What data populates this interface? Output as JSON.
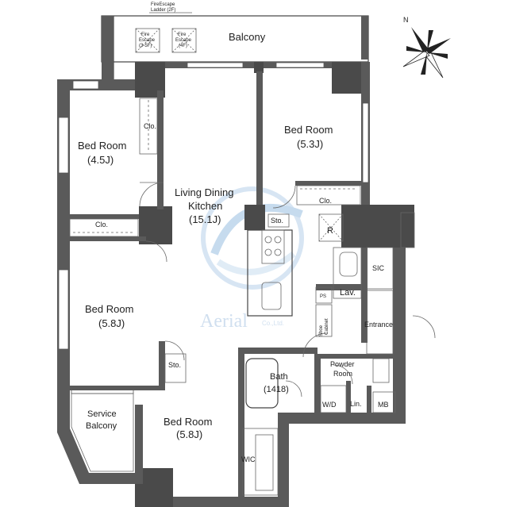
{
  "rooms": {
    "balcony": "Balcony",
    "bed_nw": [
      "Bed Room",
      "(4.5J)"
    ],
    "bed_ne": [
      "Bed Room",
      "(5.3J)"
    ],
    "ldk": [
      "Living Dining",
      "Kitchen",
      "(15.1J)"
    ],
    "bed_w": [
      "Bed Room",
      "(5.8J)"
    ],
    "bed_s": [
      "Bed Room",
      "(5.8J)"
    ],
    "service_balcony": [
      "Service",
      "Balcony"
    ],
    "bath": [
      "Bath",
      "(1418)"
    ],
    "powder": [
      "Powder",
      "Room"
    ],
    "clo1": "Clo.",
    "clo2": "Clo.",
    "clo3": "Clo.",
    "sto1": "Sto.",
    "sto2": "Sto.",
    "r": "R",
    "sic": "SIC",
    "lav": "Lav.",
    "ps": "PS",
    "shoe": [
      "Shoe",
      "Cabinet"
    ],
    "entrance": "Entrance",
    "wd": "W/D",
    "lin": "Lin.",
    "mb": "MB",
    "wic": "WIC",
    "fire1": [
      "Fire",
      "Escape",
      "(3-5F)"
    ],
    "fire2": [
      "Fire",
      "Escape",
      "(4F)"
    ],
    "fire_top": [
      "FireEscape",
      "Ladder (2F)"
    ],
    "compass_n": "N"
  },
  "watermark": {
    "text": "Aerial",
    "sub": "Co.,Ltd."
  }
}
